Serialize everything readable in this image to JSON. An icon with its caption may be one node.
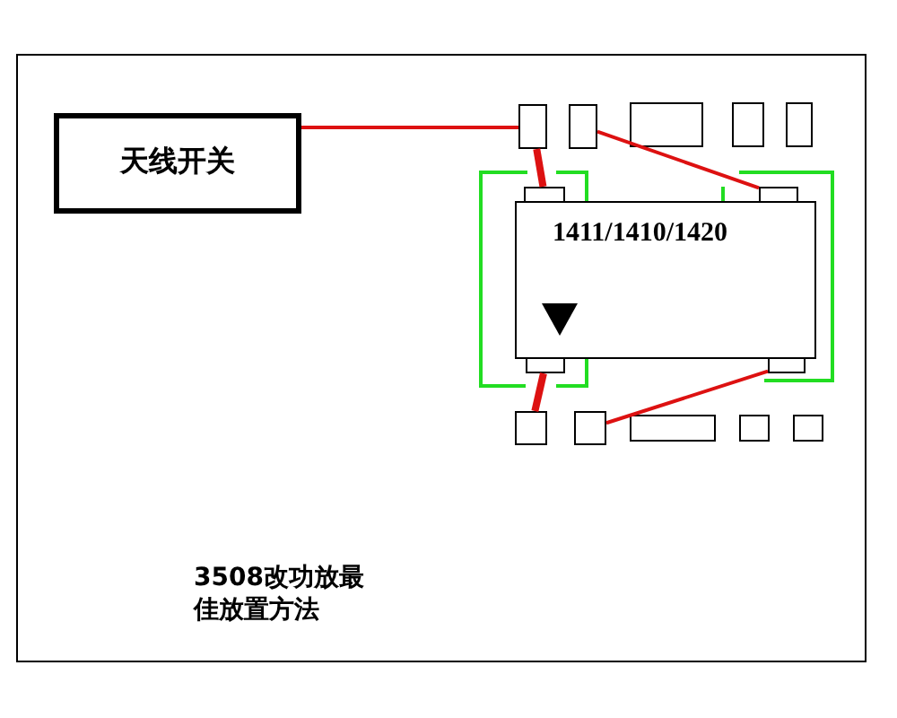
{
  "diagram": {
    "nodes": [
      {
        "text": [
          "天线开关"
        ]
      },
      {
        "text": [],
        "shape": "box"
      },
      {
        "text": [],
        "shape": "box"
      },
      {
        "text": [],
        "shape": "box"
      },
      {
        "text": [],
        "shape": "box"
      },
      {
        "text": [],
        "shape": "box"
      },
      {
        "text": [
          "1411/1410/1420"
        ]
      },
      {
        "text": [],
        "shape": "box"
      },
      {
        "text": [],
        "shape": "box"
      },
      {
        "text": [],
        "shape": "box"
      },
      {
        "text": [],
        "shape": "box"
      },
      {
        "text": [],
        "shape": "box"
      },
      {
        "text": [],
        "shape": "box"
      },
      {
        "text": [],
        "shape": "box"
      },
      {
        "text": [],
        "shape": "box"
      },
      {
        "text": [],
        "shape": "box"
      }
    ],
    "edges": [
      {
        "from": 0,
        "to": 1,
        "arrow": "none"
      },
      {
        "from": 1,
        "to": 7,
        "arrow": "none",
        "style": "thick"
      },
      {
        "from": 2,
        "to": 8,
        "arrow": "none"
      },
      {
        "from": 9,
        "to": 11,
        "arrow": "none",
        "style": "thick"
      },
      {
        "from": 10,
        "to": 12,
        "arrow": "none"
      }
    ],
    "labels": [
      "3508改功放最佳放置方法"
    ]
  }
}
